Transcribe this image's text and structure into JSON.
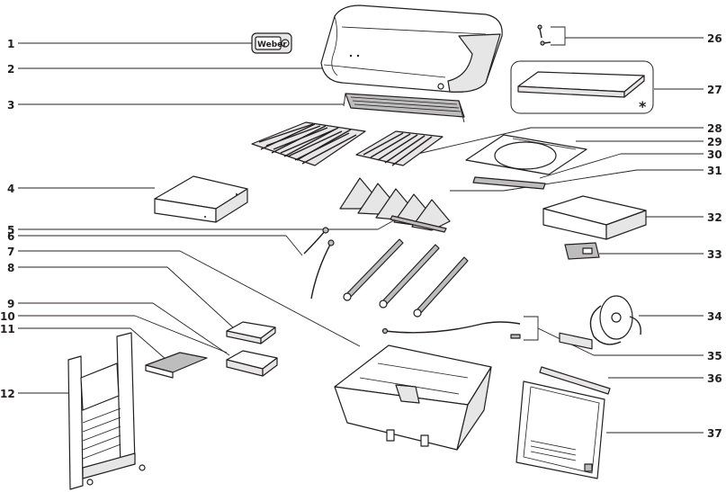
{
  "labels": {
    "p1": "1",
    "p2": "2",
    "p3": "3",
    "p4": "4",
    "p5": "5",
    "p6": "6",
    "p7": "7",
    "p8": "8",
    "p9": "9",
    "p10": "10",
    "p11": "11",
    "p12": "12",
    "p26": "26",
    "p27": "27",
    "p28": "28",
    "p29": "29",
    "p30": "30",
    "p31": "31",
    "p32": "32",
    "p33": "33",
    "p34": "34",
    "p35": "35",
    "p36": "36",
    "p37": "37"
  },
  "asterisk": "*",
  "logo_text": "Weber"
}
